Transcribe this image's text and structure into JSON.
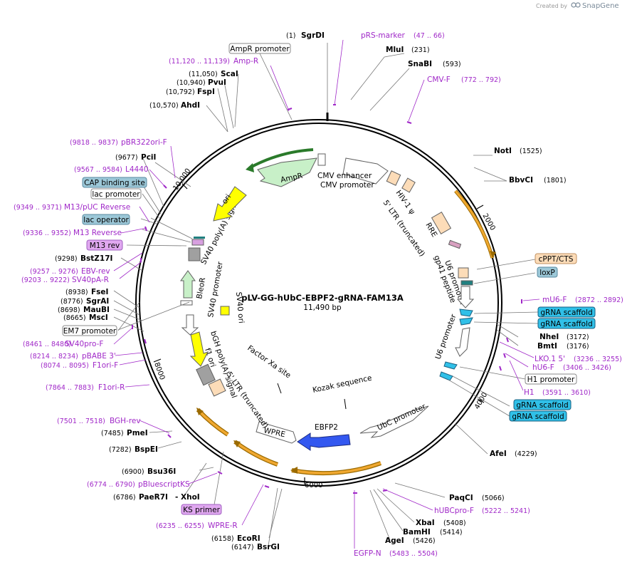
{
  "credit": {
    "prefix": "Created by",
    "brand": "SnapGene"
  },
  "plasmid": {
    "name": "pLV-GG-hUbC-EBPF2-gRNA-FAM13A",
    "size": "11,490 bp"
  },
  "ticks": [
    "2000",
    "4000",
    "6000",
    "8000",
    "10,000"
  ],
  "colors": {
    "orange": "#f0a830",
    "green": "#c8f0c8",
    "yellow": "#ffff00",
    "blue": "#3358f0",
    "cyan": "#30c0e8",
    "peach": "#fcdcb8",
    "gray": "#a0a0a0",
    "primer": "#a028c8"
  },
  "sites": {
    "SgrDI": {
      "name": "SgrDI",
      "pos": "(1)"
    },
    "MluI": {
      "name": "MluI",
      "pos": "(231)"
    },
    "SnaBI": {
      "name": "SnaBI",
      "pos": "(593)"
    },
    "NotI": {
      "name": "NotI",
      "pos": "(1525)"
    },
    "BbvCI": {
      "name": "BbvCI",
      "pos": "(1801)"
    },
    "NheI": {
      "name": "NheI",
      "pos": "(3172)"
    },
    "BmtI": {
      "name": "BmtI",
      "pos": "(3176)"
    },
    "AfeI": {
      "name": "AfeI",
      "pos": "(4229)"
    },
    "PaqCI": {
      "name": "PaqCI",
      "pos": "(5066)"
    },
    "XbaI": {
      "name": "XbaI",
      "pos": "(5408)"
    },
    "BamHI": {
      "name": "BamHI",
      "pos": "(5414)"
    },
    "AgeI": {
      "name": "AgeI",
      "pos": "(5426)"
    },
    "EcoRI": {
      "name": "EcoRI",
      "pos": "(6158)"
    },
    "BsrGI": {
      "name": "BsrGI",
      "pos": "(6147)"
    },
    "PaeR7I": {
      "name": "PaeR7I",
      "pos": "(6786)",
      "extra": "- XhoI"
    },
    "Bsu36I": {
      "name": "Bsu36I",
      "pos": "(6900)"
    },
    "BspEI": {
      "name": "BspEI",
      "pos": "(7282)"
    },
    "PmeI": {
      "name": "PmeI",
      "pos": "(7485)"
    },
    "MscI": {
      "name": "MscI",
      "pos": "(8665)"
    },
    "MauBI": {
      "name": "MauBI",
      "pos": "(8698)"
    },
    "SgrAI": {
      "name": "SgrAI",
      "pos": "(8776)"
    },
    "FseI": {
      "name": "FseI",
      "pos": "(8938)"
    },
    "BstZ17I": {
      "name": "BstZ17I",
      "pos": "(9298)"
    },
    "PciI": {
      "name": "PciI",
      "pos": "(9677)"
    },
    "AhdI": {
      "name": "AhdI",
      "pos": "(10,570)"
    },
    "FspI": {
      "name": "FspI",
      "pos": "(10,792)"
    },
    "PvuI": {
      "name": "PvuI",
      "pos": "(10,940)"
    },
    "ScaI": {
      "name": "ScaI",
      "pos": "(11,050)"
    }
  },
  "primers": {
    "pRSmarker": {
      "name": "pRS-marker",
      "pos": "(47 .. 66)"
    },
    "CMVF": {
      "name": "CMV-F",
      "pos": "(772 .. 792)"
    },
    "mU6F": {
      "name": "mU6-F",
      "pos": "(2872 .. 2892)"
    },
    "LKO15": {
      "name": "LKO.1 5'",
      "pos": "(3236 .. 3255)"
    },
    "hU6F": {
      "name": "hU6-F",
      "pos": "(3406 .. 3426)"
    },
    "H1": {
      "name": "H1",
      "pos": "(3591 .. 3610)"
    },
    "hUBCproF": {
      "name": "hUBCpro-F",
      "pos": "(5222 .. 5241)"
    },
    "EGFPN": {
      "name": "EGFP-N",
      "pos": "(5483 .. 5504)"
    },
    "WPRER": {
      "name": "WPRE-R",
      "pos": "(6235 .. 6255)"
    },
    "pBluescriptKS": {
      "name": "pBluescriptKS",
      "pos": "(6774 .. 6790)"
    },
    "BGHrev": {
      "name": "BGH-rev",
      "pos": "(7501 .. 7518)"
    },
    "F1oriR": {
      "name": "F1ori-R",
      "pos": "(7864 .. 7883)"
    },
    "F1oriF": {
      "name": "F1ori-F",
      "pos": "(8074 .. 8095)"
    },
    "pBABE3": {
      "name": "pBABE 3'",
      "pos": "(8214 .. 8234)"
    },
    "SV40proF": {
      "name": "SV40pro-F",
      "pos": "(8461 .. 8480)"
    },
    "SV40pAR": {
      "name": "SV40pA-R",
      "pos": "(9203 .. 9222)"
    },
    "EBVrev": {
      "name": "EBV-rev",
      "pos": "(9257 .. 9276)"
    },
    "M13Reverse": {
      "name": "M13 Reverse",
      "pos": "(9336 .. 9352)"
    },
    "M13pUCReverse": {
      "name": "M13/pUC Reverse",
      "pos": "(9349 .. 9371)"
    },
    "L4440": {
      "name": "L4440",
      "pos": "(9567 .. 9584)"
    },
    "pBR322oriF": {
      "name": "pBR322ori-F",
      "pos": "(9818 .. 9837)"
    },
    "AmpR": {
      "name": "Amp-R",
      "pos": "(11,120 .. 11,139)"
    }
  },
  "badges": {
    "AmpRpromoter": "AmpR promoter",
    "CAPsite": "CAP binding site",
    "lacPromoter": "lac promoter",
    "lacOperator": "lac operator",
    "M13rev": "M13 rev",
    "EM7promoter": "EM7 promoter",
    "KSprimer": "KS primer",
    "cPPT": "cPPT/CTS",
    "loxP": "loxP",
    "gRNAscaffold1": "gRNA scaffold",
    "gRNAscaffold2": "gRNA scaffold",
    "H1promoter": "H1 promoter",
    "gRNAscaffold3": "gRNA scaffold",
    "gRNAscaffold4": "gRNA scaffold"
  },
  "features": {
    "ampR": "AmpR",
    "ori": "ori",
    "sv40polyA": "SV40 poly(A) signal",
    "sv40promoter": "SV40 promoter",
    "bleoR": "BleoR",
    "sv40ori": "SV40 ori",
    "bghPolyA": "bGH poly(A) signal",
    "f1ori": "f1 ori",
    "ltr5b": "5' LTR (truncated)",
    "factorXa": "Factor Xa site",
    "wpre": "WPRE",
    "ebfp2": "EBFP2",
    "kozak": "Kozak sequence",
    "ubcPromoter": "UbC promoter",
    "u6promoterB": "U6 promoter",
    "gp41": "gp41 peptide",
    "u6promoterA": "U6 promoter",
    "rre": "RRE",
    "ltr5a": "5' LTR (truncated)",
    "hiv": "HIV-1 ψ",
    "cmvEnhancer": "CMV enhancer",
    "cmvPromoter": "CMV promoter"
  }
}
